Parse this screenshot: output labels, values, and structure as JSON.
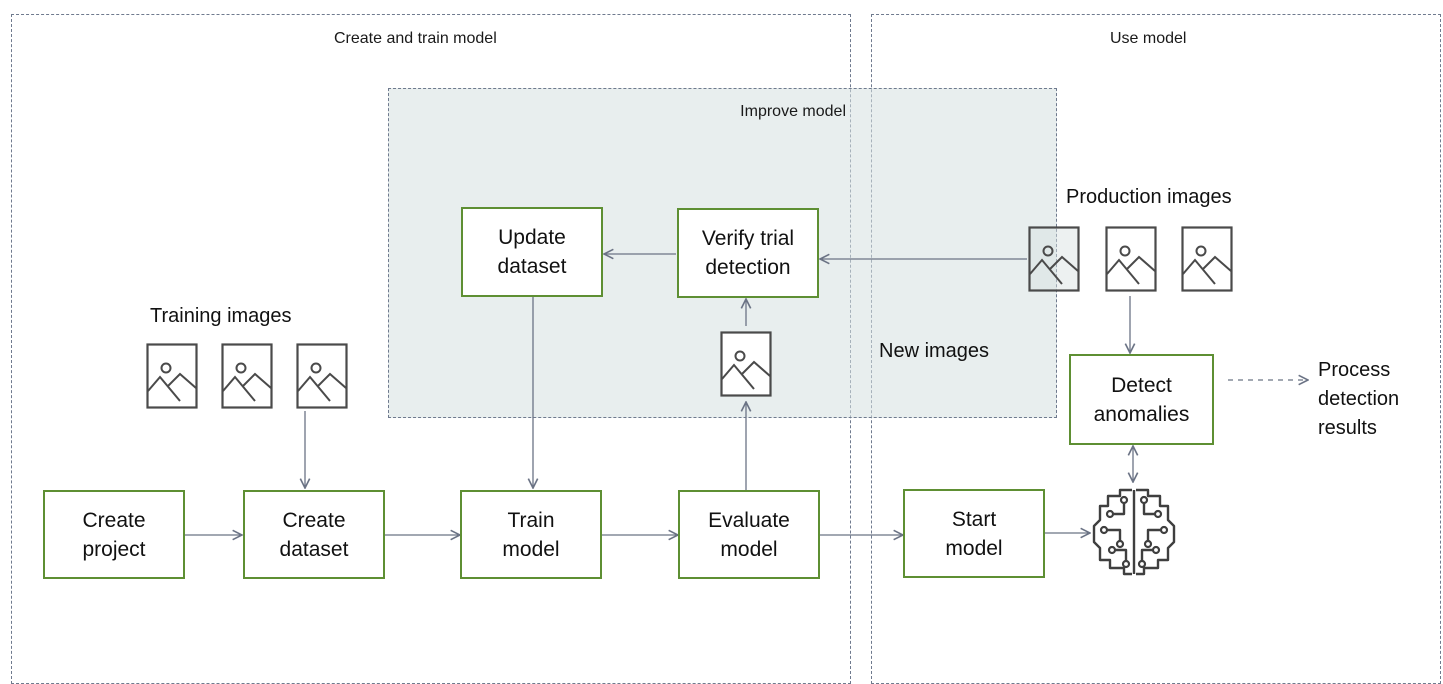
{
  "regions": {
    "create_train": "Create and train model",
    "use_model": "Use model",
    "improve_model": "Improve model"
  },
  "boxes": {
    "create_project": [
      "Create",
      "project"
    ],
    "create_dataset": [
      "Create",
      "dataset"
    ],
    "train_model": [
      "Train",
      "model"
    ],
    "evaluate_model": [
      "Evaluate",
      "model"
    ],
    "start_model": [
      "Start",
      "model"
    ],
    "update_dataset": [
      "Update",
      "dataset"
    ],
    "verify_trial": [
      "Verify trial",
      "detection"
    ],
    "detect_anomalies": [
      "Detect",
      "anomalies"
    ]
  },
  "labels": {
    "training_images": "Training images",
    "production_images": "Production images",
    "new_images": "New images",
    "process_results": [
      "Process",
      "detection",
      "results"
    ]
  },
  "icons": {
    "image": "image-icon",
    "model": "brain-circuit-icon"
  },
  "colors": {
    "box_border": "#5e8f33",
    "improve_fill": "#d6e0e0",
    "dashed_border": "#6f7a8e",
    "arrow": "#6b7385",
    "icon_stroke": "#4a4a4a"
  }
}
